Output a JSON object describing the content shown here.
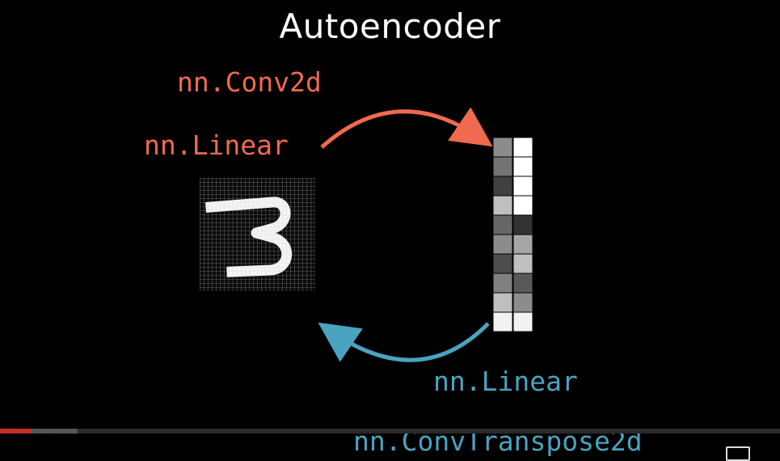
{
  "slide": {
    "title": "Autoencoder",
    "encoder_labels": [
      "nn.Conv2d",
      "nn.Linear"
    ],
    "decoder_labels": [
      "nn.Linear",
      "nn.ConvTranspose2d"
    ],
    "input_digit": "3",
    "colors": {
      "encoder": "#f06a4f",
      "decoder": "#4aa3c0",
      "background": "#000000"
    },
    "latent_cells_left": [
      0.55,
      0.45,
      0.25,
      0.75,
      0.4,
      0.55,
      0.3,
      0.5,
      0.75,
      0.95
    ],
    "latent_cells_right": [
      1,
      1,
      1,
      1,
      0.2,
      0.65,
      0.75,
      0.35,
      0.55,
      0.95
    ]
  },
  "player": {
    "progress": 0.04,
    "buffered": 0.1,
    "icons": [
      "play-icon",
      "fullscreen-icon"
    ]
  }
}
